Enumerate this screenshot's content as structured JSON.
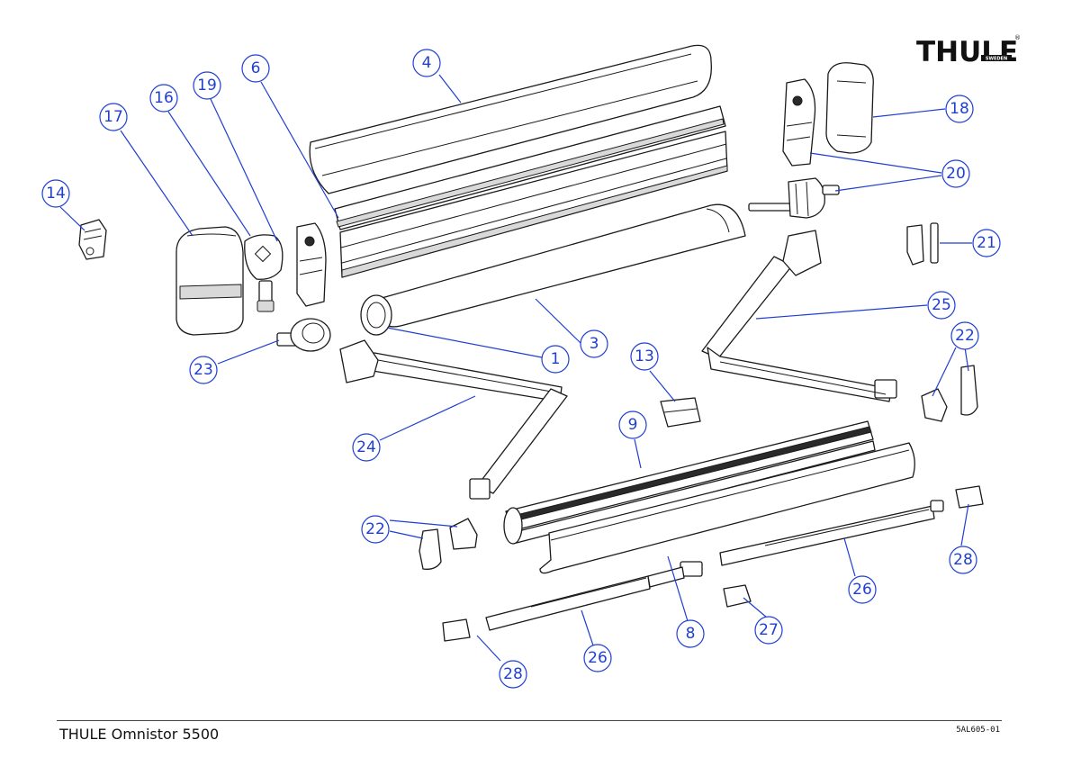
{
  "brand": {
    "name": "THULE",
    "sub": "SWEDEN",
    "reg": "®"
  },
  "footer": {
    "title": "THULE Omnistor 5500",
    "code": "5AL605-01"
  },
  "callouts": [
    {
      "id": "c1",
      "label": "1"
    },
    {
      "id": "c3",
      "label": "3"
    },
    {
      "id": "c4",
      "label": "4"
    },
    {
      "id": "c6",
      "label": "6"
    },
    {
      "id": "c8",
      "label": "8"
    },
    {
      "id": "c9",
      "label": "9"
    },
    {
      "id": "c13",
      "label": "13"
    },
    {
      "id": "c14",
      "label": "14"
    },
    {
      "id": "c16",
      "label": "16"
    },
    {
      "id": "c17",
      "label": "17"
    },
    {
      "id": "c18",
      "label": "18"
    },
    {
      "id": "c19",
      "label": "19"
    },
    {
      "id": "c20",
      "label": "20"
    },
    {
      "id": "c21",
      "label": "21"
    },
    {
      "id": "c22a",
      "label": "22"
    },
    {
      "id": "c22b",
      "label": "22"
    },
    {
      "id": "c23",
      "label": "23"
    },
    {
      "id": "c24",
      "label": "24"
    },
    {
      "id": "c25",
      "label": "25"
    },
    {
      "id": "c26a",
      "label": "26"
    },
    {
      "id": "c26b",
      "label": "26"
    },
    {
      "id": "c27",
      "label": "27"
    },
    {
      "id": "c28a",
      "label": "28"
    },
    {
      "id": "c28b",
      "label": "28"
    }
  ]
}
